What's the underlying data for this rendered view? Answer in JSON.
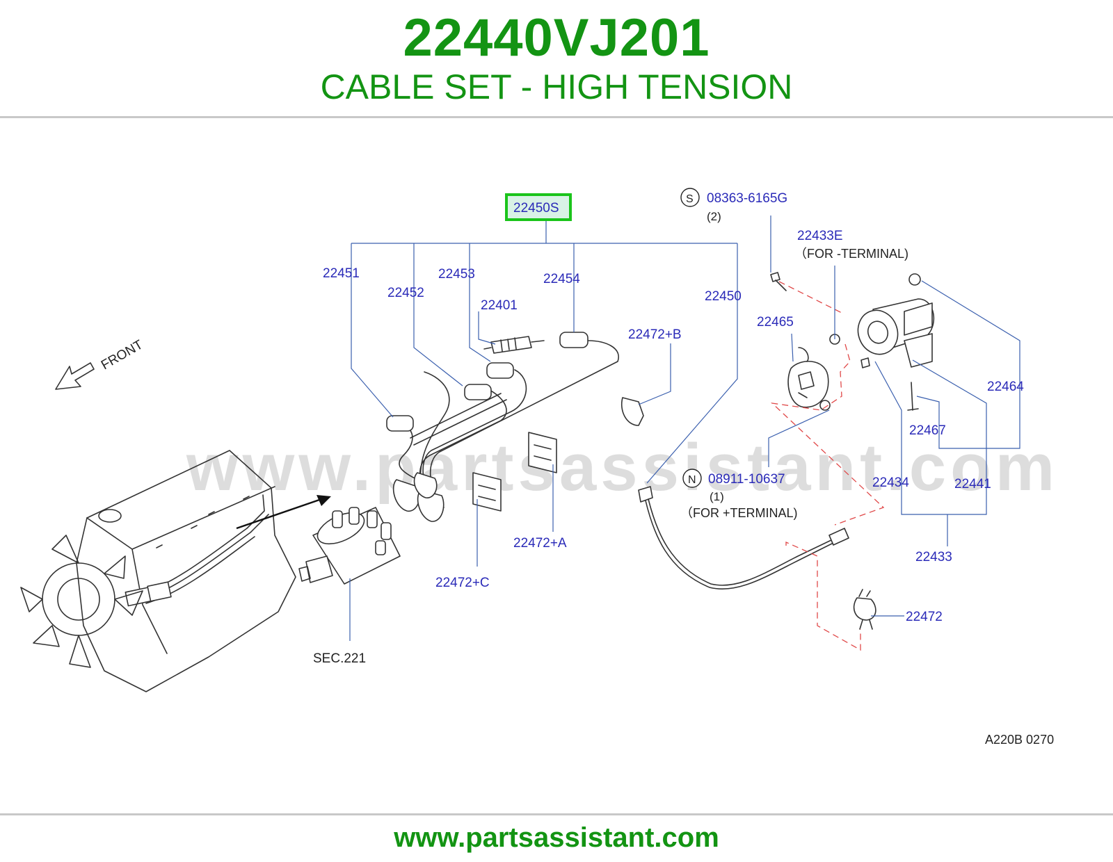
{
  "header": {
    "part_number": "22440VJ201",
    "title": "CABLE SET - HIGH TENSION"
  },
  "colors": {
    "brand_green": "#139413",
    "label_blue": "#2a2ab8",
    "highlight_green": "#1bc41b"
  },
  "diagram": {
    "labels": {
      "main_set": "22450S",
      "s_symbol": "S",
      "s_part": "08363-6165G",
      "s_qty": "(2)",
      "p22433e": "22433E",
      "for_minus": "（FOR -TERMINAL)",
      "p22451": "22451",
      "p22452": "22452",
      "p22453": "22453",
      "p22454": "22454",
      "p22401": "22401",
      "p22450": "22450",
      "p22472b": "22472+B",
      "p22465": "22465",
      "p22464": "22464",
      "p22467": "22467",
      "n_symbol": "N",
      "n_part": "08911-10637",
      "n_qty": "(1)",
      "for_plus": "（FOR +TERMINAL)",
      "p22434": "22434",
      "p22441": "22441",
      "p22433": "22433",
      "p22472a": "22472+A",
      "p22472c": "22472+C",
      "p22472": "22472",
      "sec221": "SEC.221",
      "front": "FRONT",
      "drawing_code": "A220B 0270"
    },
    "watermark": "www.partsassistant.com"
  },
  "footer": {
    "url": "www.partsassistant.com"
  }
}
